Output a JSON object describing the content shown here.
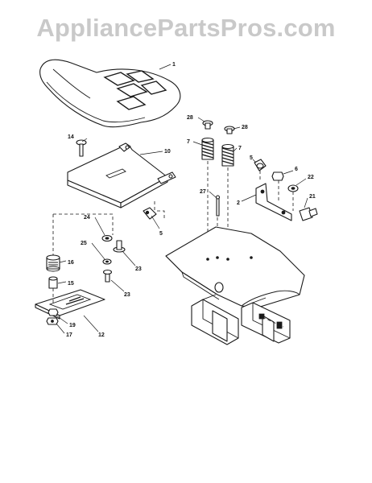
{
  "watermark": "AppliancePartsPros.com",
  "callouts": {
    "c1": "1",
    "c2": "2",
    "c5a": "5",
    "c5b": "5",
    "c6": "6",
    "c7a": "7",
    "c7b": "7",
    "c10": "10",
    "c12": "12",
    "c14": "14",
    "c15": "15",
    "c16": "16",
    "c17": "17",
    "c19": "19",
    "c21": "21",
    "c22": "22",
    "c23a": "23",
    "c23b": "23",
    "c24": "24",
    "c25": "25",
    "c27": "27",
    "c28a": "28",
    "c28b": "28"
  }
}
